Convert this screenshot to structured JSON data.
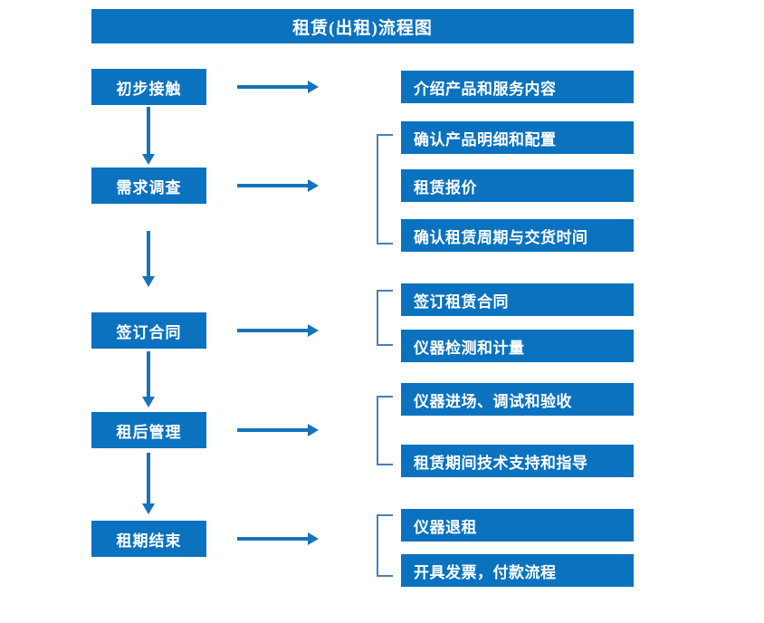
{
  "title": "租赁(出租)流程图",
  "colors": {
    "box_blue": "#0b72bf",
    "arrow_blue": "#1574bb",
    "bracket_blue": "#4a7fb5",
    "text_white": "#ffffff",
    "background": "#ffffff"
  },
  "flow": {
    "stages": [
      {
        "label": "初步接触"
      },
      {
        "label": "需求调查"
      },
      {
        "label": "签订合同"
      },
      {
        "label": "租后管理"
      },
      {
        "label": "租期结束"
      }
    ],
    "details": [
      {
        "label": "介绍产品和服务内容"
      },
      {
        "label": "确认产品明细和配置"
      },
      {
        "label": "租赁报价"
      },
      {
        "label": "确认租赁周期与交货时间"
      },
      {
        "label": "签订租赁合同"
      },
      {
        "label": "仪器检测和计量"
      },
      {
        "label": "仪器进场、调试和验收"
      },
      {
        "label": "租赁期间技术支持和指导"
      },
      {
        "label": "仪器退租"
      },
      {
        "label": "开具发票，付款流程"
      }
    ]
  }
}
